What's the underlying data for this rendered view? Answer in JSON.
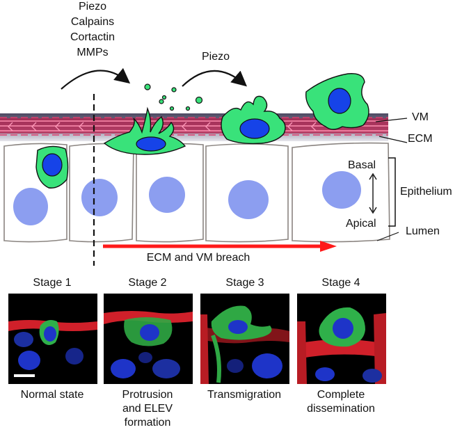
{
  "labels": {
    "factors_left": [
      "Piezo",
      "Calpains",
      "Cortactin",
      "MMPs"
    ],
    "factor_right": "Piezo",
    "vm": "VM",
    "ecm": "ECM",
    "basal": "Basal",
    "apical": "Apical",
    "epithelium": "Epithelium",
    "lumen": "Lumen",
    "breach": "ECM and VM breach"
  },
  "colors": {
    "cell_green": "#39e27a",
    "nucleus_blue": "#1643e8",
    "epithelial_nucleus": "#8c9ef0",
    "membrane_red": "#c9244d",
    "arrow_red": "#ff1a1a"
  },
  "stages": [
    {
      "title": "Stage 1",
      "caption": [
        "Normal state"
      ]
    },
    {
      "title": "Stage 2",
      "caption": [
        "Protrusion",
        "and ELEV",
        "formation"
      ]
    },
    {
      "title": "Stage 3",
      "caption": [
        "Transmigration"
      ]
    },
    {
      "title": "Stage 4",
      "caption": [
        "Complete",
        "dissemination"
      ]
    }
  ]
}
